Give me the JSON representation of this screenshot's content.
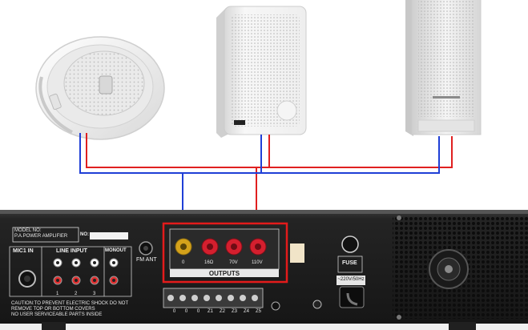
{
  "panel": {
    "model_label": "MODEL NO:",
    "model_value": "P.A.POWER AMPLIFIER",
    "no_label": "NO:",
    "mic_label": "MIC1 IN",
    "line_input_label": "LINE INPUT",
    "monout_label": "MONOUT",
    "input_numbers": [
      "1",
      "2",
      "3"
    ],
    "fm_ant_label": "FM ANT",
    "outputs_label": "OUTPUTS",
    "output_terminals": [
      "0",
      "16Ω",
      "70V",
      "110V"
    ],
    "fuse_label": "FUSE",
    "power_label": "~220V/50Hz",
    "screw_labels": [
      "0",
      "0",
      "0",
      "Z1",
      "Z2",
      "Z3",
      "Z4",
      "Z5"
    ],
    "caution_lines": [
      "CAUTION:TO PREVENT ELECTRIC SHOCK DO NOT",
      "REMOVE TOP OR BOTTOM COVERS",
      "NO USER SERVICEABLE PARTS INSIDE"
    ]
  },
  "colors": {
    "wire_red": "#e02020",
    "wire_blue": "#1f3fd6",
    "highlight": "#e31b1b",
    "panel": "#1e1e1e",
    "speaker_white": "#f2f2f2"
  }
}
